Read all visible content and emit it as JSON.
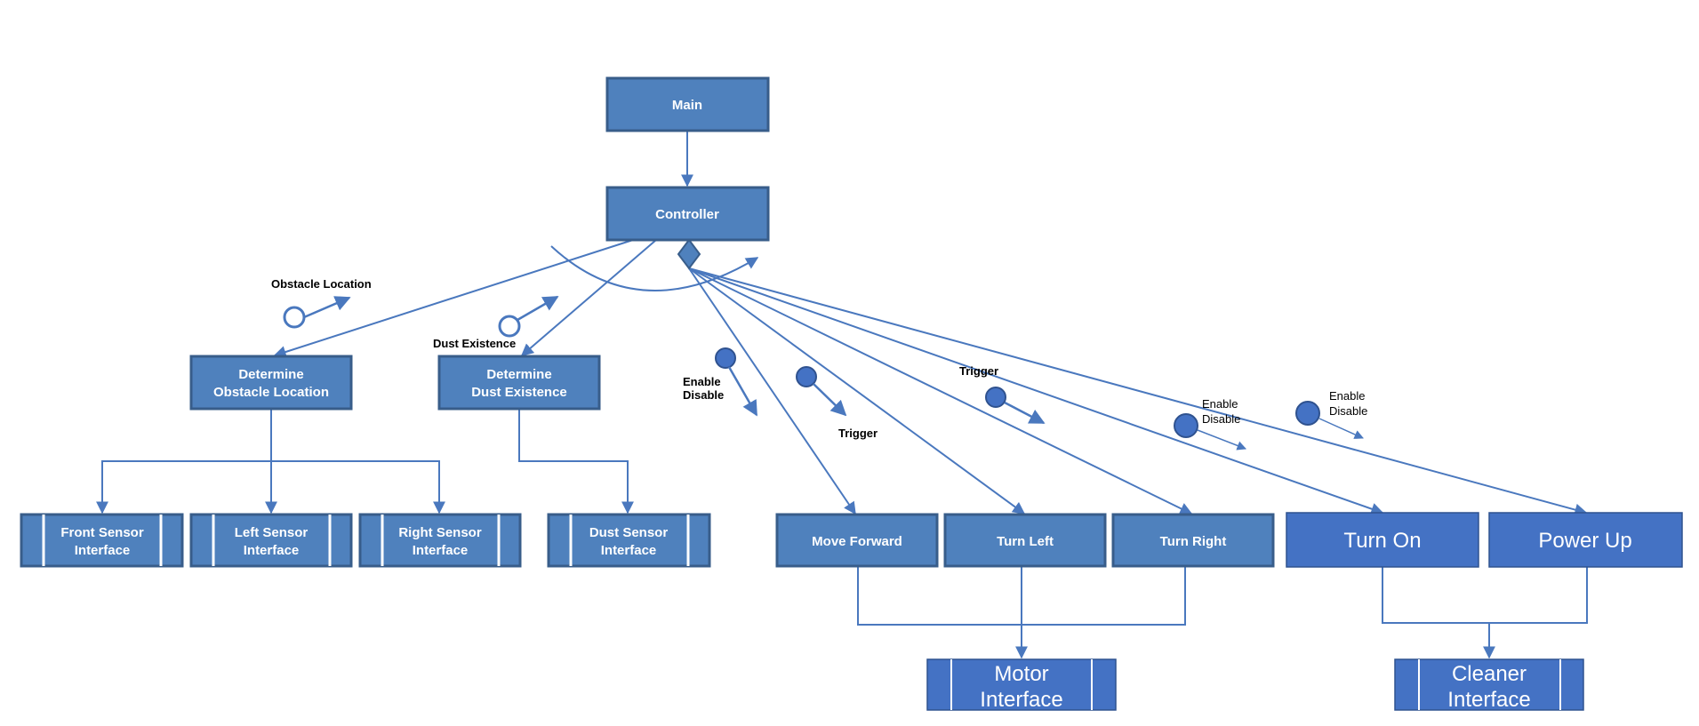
{
  "diagram": {
    "colors": {
      "box_dark": "#4F81BD",
      "box_border": "#385D8A",
      "box_bright": "#4472C4",
      "box_bright_border": "#2F528F",
      "line": "#4A78BE",
      "text_on_box": "#FFFFFF",
      "label_text": "#000000"
    },
    "nodes": {
      "main": "Main",
      "controller": "Controller",
      "determine_obstacle": [
        "Determine",
        "Obstacle Location"
      ],
      "determine_dust": [
        "Determine",
        "Dust Existence"
      ],
      "front_sensor": [
        "Front Sensor",
        "Interface"
      ],
      "left_sensor": [
        "Left Sensor",
        "Interface"
      ],
      "right_sensor": [
        "Right Sensor",
        "Interface"
      ],
      "dust_sensor": [
        "Dust Sensor",
        "Interface"
      ],
      "move_forward": "Move Forward",
      "turn_left": "Turn Left",
      "turn_right": "Turn Right",
      "turn_on": "Turn On",
      "power_up": "Power Up",
      "motor_interface": [
        "Motor",
        "Interface"
      ],
      "cleaner_interface": [
        "Cleaner",
        "Interface"
      ]
    },
    "couples": {
      "obstacle_location": "Obstacle Location",
      "dust_existence": "Dust Existence",
      "enable_disable_1": [
        "Enable",
        "Disable"
      ],
      "trigger_1": "Trigger",
      "trigger_2": "Trigger",
      "enable_disable_2": [
        "Enable",
        "Disable"
      ],
      "enable_disable_3": [
        "Enable",
        "Disable"
      ]
    }
  }
}
